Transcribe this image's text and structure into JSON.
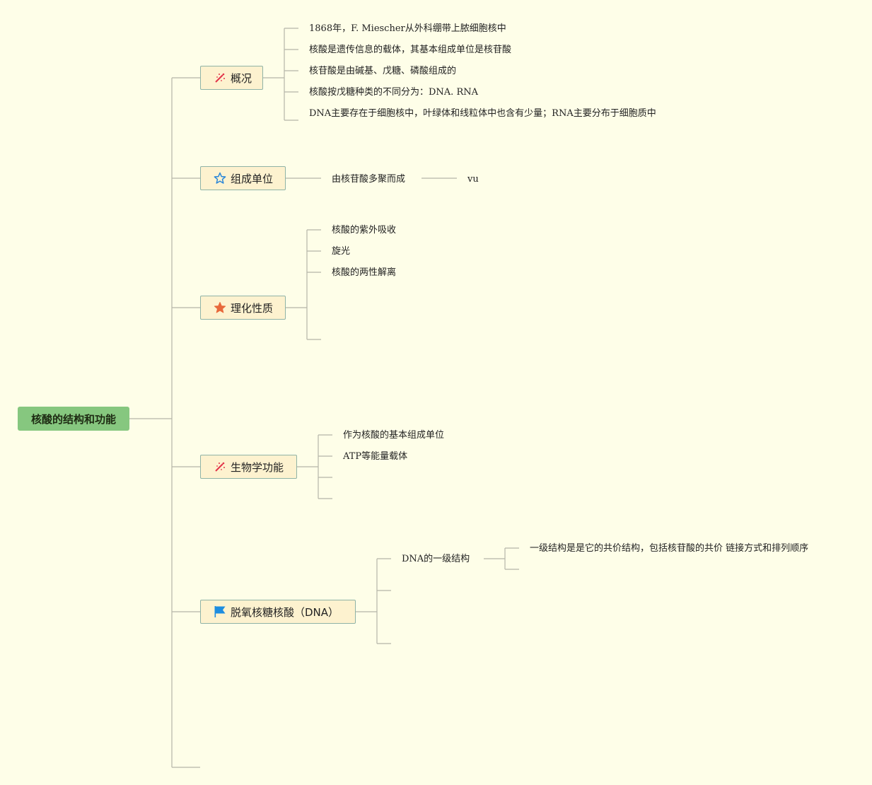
{
  "root": {
    "label": "核酸的结构和功能"
  },
  "topics": [
    {
      "label": "概况",
      "icon": "magic-wand-icon",
      "children": [
        "1868年，F. Miescher从外科绷带上脓细胞核中",
        "核酸是遗传信息的载体，其基本组成单位是核苷酸",
        "核苷酸是由碱基、戊糖、磷酸组成的",
        "核酸按戊糖种类的不同分为：DNA. RNA",
        "DNA主要存在于细胞核中，叶绿体和线粒体中也含有少量；RNA主要分布于细胞质中"
      ]
    },
    {
      "label": "组成单位",
      "icon": "star-outline-icon",
      "children": [
        "由核苷酸多聚而成"
      ],
      "grandchildren": [
        "vu"
      ]
    },
    {
      "label": "理化性质",
      "icon": "star-filled-icon",
      "children": [
        "核酸的紫外吸收",
        "旋光",
        "核酸的两性解离"
      ]
    },
    {
      "label": "生物学功能",
      "icon": "magic-wand-icon",
      "children": [
        "作为核酸的基本组成单位",
        "ATP等能量载体"
      ]
    },
    {
      "label": "脱氧核糖核酸（DNA）",
      "icon": "flag-icon",
      "children": [
        "DNA的一级结构"
      ],
      "grandchildren": [
        "一级结构是是它的共价结构，包括核苷酸的共价 链接方式和排列顺序"
      ]
    }
  ],
  "colors": {
    "background": "#fefee8",
    "root_fill": "#86c77f",
    "topic_fill": "#fdf2cf",
    "topic_border": "#8fb3a6",
    "line": "#b5b5a8",
    "star_outline": "#2a86d8",
    "star_filled": "#e8683a",
    "flag": "#1e8de0",
    "wand": "#e2344a"
  }
}
